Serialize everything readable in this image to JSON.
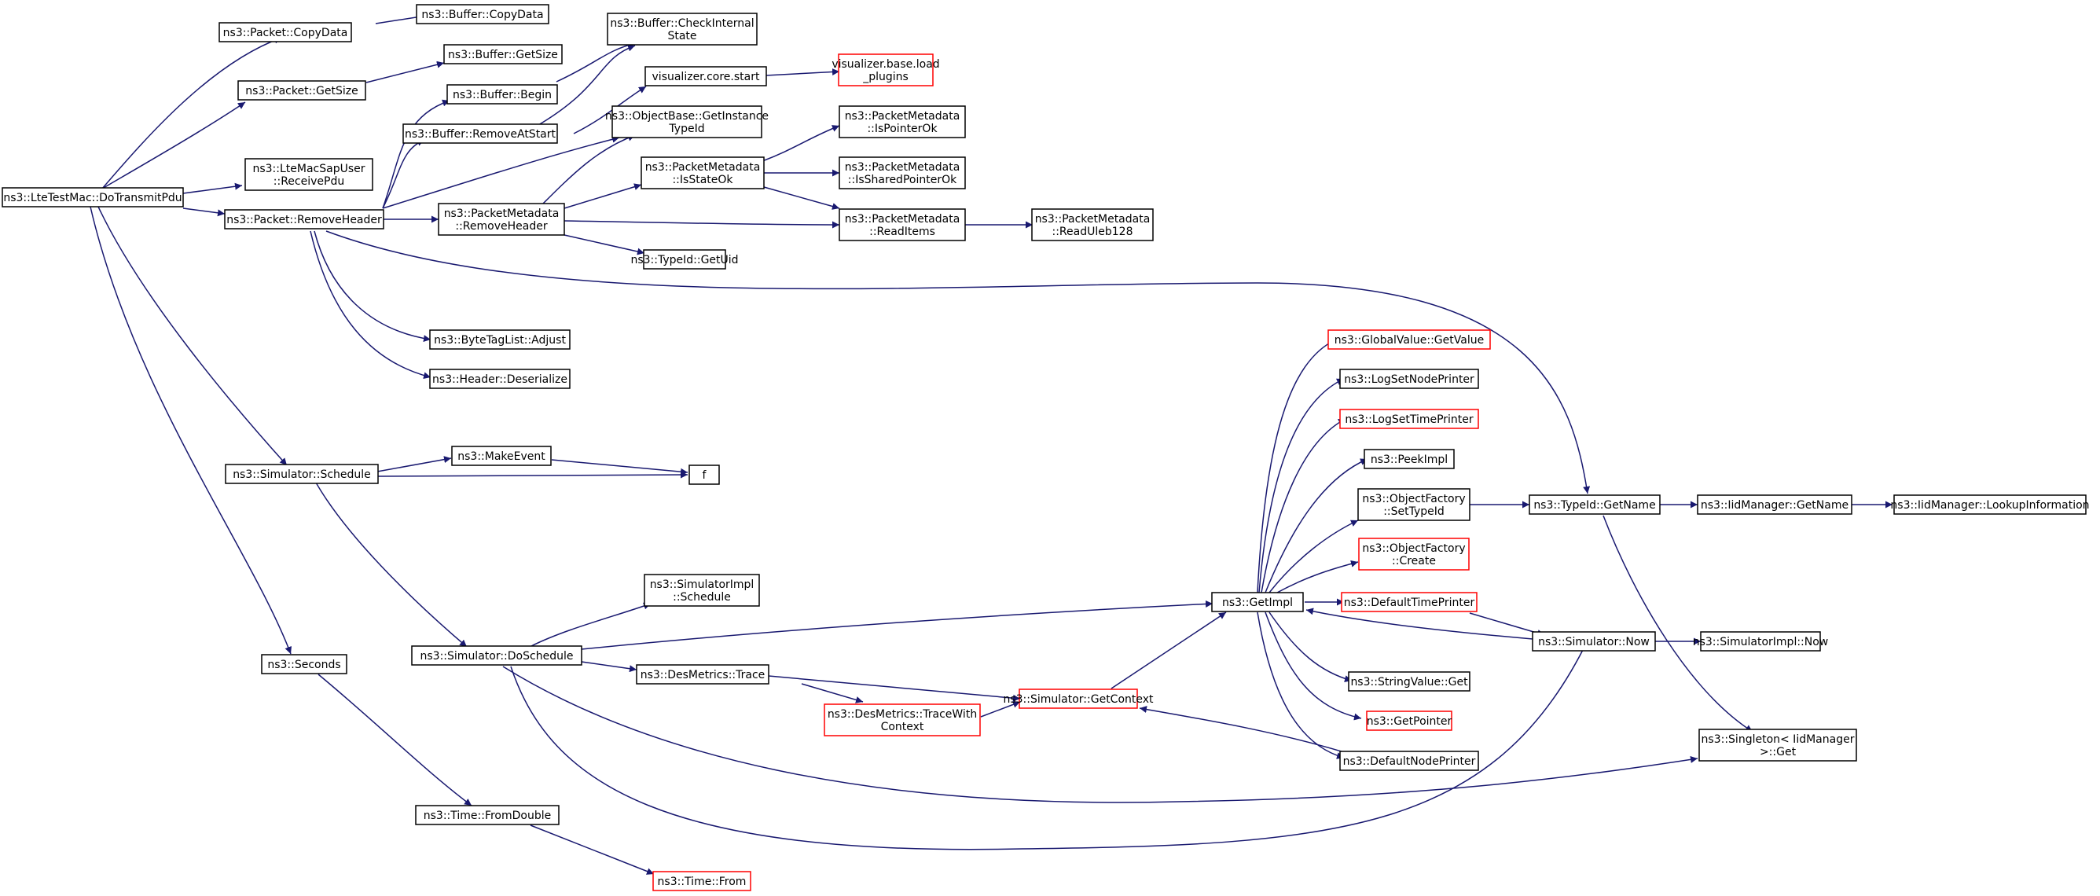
{
  "colors": {
    "edge": "#191970",
    "normal_border": "#000000",
    "truncated_border": "#ff0000",
    "root_fill": "#bfbfbf",
    "node_fill": "#ffffff"
  },
  "nodes": [
    {
      "id": "root",
      "lines": [
        "ns3::LteTestMac::DoTransmitPdu"
      ],
      "style": "root"
    },
    {
      "id": "copydata",
      "lines": [
        "ns3::Packet::CopyData"
      ],
      "style": "normal"
    },
    {
      "id": "buf_copydata",
      "lines": [
        "ns3::Buffer::CopyData"
      ],
      "style": "normal"
    },
    {
      "id": "buf_checkinternal",
      "lines": [
        "ns3::Buffer::CheckInternal",
        "State"
      ],
      "style": "normal"
    },
    {
      "id": "buf_getsize",
      "lines": [
        "ns3::Buffer::GetSize"
      ],
      "style": "normal"
    },
    {
      "id": "pkt_getsize",
      "lines": [
        "ns3::Packet::GetSize"
      ],
      "style": "normal"
    },
    {
      "id": "vis_start",
      "lines": [
        "visualizer.core.start"
      ],
      "style": "normal"
    },
    {
      "id": "vis_load",
      "lines": [
        "visualizer.base.load",
        "_plugins"
      ],
      "style": "truncated"
    },
    {
      "id": "buf_begin",
      "lines": [
        "ns3::Buffer::Begin"
      ],
      "style": "normal"
    },
    {
      "id": "objbase",
      "lines": [
        "ns3::ObjectBase::GetInstance",
        "TypeId"
      ],
      "style": "normal"
    },
    {
      "id": "pm_ispointerok",
      "lines": [
        "ns3::PacketMetadata",
        "::IsPointerOk"
      ],
      "style": "normal"
    },
    {
      "id": "buf_removeatstart",
      "lines": [
        "ns3::Buffer::RemoveAtStart"
      ],
      "style": "normal"
    },
    {
      "id": "lte_receive",
      "lines": [
        "ns3::LteMacSapUser",
        "::ReceivePdu"
      ],
      "style": "normal"
    },
    {
      "id": "pm_isstateok",
      "lines": [
        "ns3::PacketMetadata",
        "::IsStateOk"
      ],
      "style": "normal"
    },
    {
      "id": "pm_issharedpointerok",
      "lines": [
        "ns3::PacketMetadata",
        "::IsSharedPointerOk"
      ],
      "style": "normal"
    },
    {
      "id": "pkt_removeheader",
      "lines": [
        "ns3::Packet::RemoveHeader"
      ],
      "style": "normal"
    },
    {
      "id": "pm_removeheader",
      "lines": [
        "ns3::PacketMetadata",
        "::RemoveHeader"
      ],
      "style": "normal"
    },
    {
      "id": "pm_readitems",
      "lines": [
        "ns3::PacketMetadata",
        "::ReadItems"
      ],
      "style": "normal"
    },
    {
      "id": "pm_readuleb",
      "lines": [
        "ns3::PacketMetadata",
        "::ReadUleb128"
      ],
      "style": "normal"
    },
    {
      "id": "typeid_getuid",
      "lines": [
        "ns3::TypeId::GetUid"
      ],
      "style": "normal"
    },
    {
      "id": "bytetag_adjust",
      "lines": [
        "ns3::ByteTagList::Adjust"
      ],
      "style": "normal"
    },
    {
      "id": "header_deser",
      "lines": [
        "ns3::Header::Deserialize"
      ],
      "style": "normal"
    },
    {
      "id": "gv_getvalue",
      "lines": [
        "ns3::GlobalValue::GetValue"
      ],
      "style": "truncated"
    },
    {
      "id": "logsetnode",
      "lines": [
        "ns3::LogSetNodePrinter"
      ],
      "style": "normal"
    },
    {
      "id": "logsettime",
      "lines": [
        "ns3::LogSetTimePrinter"
      ],
      "style": "truncated"
    },
    {
      "id": "peekimpl",
      "lines": [
        "ns3::PeekImpl"
      ],
      "style": "normal"
    },
    {
      "id": "sim_schedule",
      "lines": [
        "ns3::Simulator::Schedule"
      ],
      "style": "normal"
    },
    {
      "id": "makeevent",
      "lines": [
        "ns3::MakeEvent"
      ],
      "style": "normal"
    },
    {
      "id": "f",
      "lines": [
        "f"
      ],
      "style": "normal"
    },
    {
      "id": "of_settypeid",
      "lines": [
        "ns3::ObjectFactory",
        "::SetTypeId"
      ],
      "style": "normal"
    },
    {
      "id": "typeid_getname",
      "lines": [
        "ns3::TypeId::GetName"
      ],
      "style": "normal"
    },
    {
      "id": "iid_getname",
      "lines": [
        "ns3::IidManager::GetName"
      ],
      "style": "normal"
    },
    {
      "id": "iid_lookup",
      "lines": [
        "ns3::IidManager::LookupInformation"
      ],
      "style": "normal"
    },
    {
      "id": "of_create",
      "lines": [
        "ns3::ObjectFactory",
        "::Create"
      ],
      "style": "truncated"
    },
    {
      "id": "simimpl_schedule",
      "lines": [
        "ns3::SimulatorImpl",
        "::Schedule"
      ],
      "style": "normal"
    },
    {
      "id": "getimpl",
      "lines": [
        "ns3::GetImpl"
      ],
      "style": "normal"
    },
    {
      "id": "deftimeprinter",
      "lines": [
        "ns3::DefaultTimePrinter"
      ],
      "style": "truncated"
    },
    {
      "id": "sim_now",
      "lines": [
        "ns3::Simulator::Now"
      ],
      "style": "normal"
    },
    {
      "id": "simimpl_now",
      "lines": [
        "ns3::SimulatorImpl::Now"
      ],
      "style": "normal"
    },
    {
      "id": "seconds",
      "lines": [
        "ns3::Seconds"
      ],
      "style": "normal"
    },
    {
      "id": "sim_doschedule",
      "lines": [
        "ns3::Simulator::DoSchedule"
      ],
      "style": "normal"
    },
    {
      "id": "des_trace",
      "lines": [
        "ns3::DesMetrics::Trace"
      ],
      "style": "normal"
    },
    {
      "id": "strval_get",
      "lines": [
        "ns3::StringValue::Get"
      ],
      "style": "normal"
    },
    {
      "id": "sim_getcontext",
      "lines": [
        "ns3::Simulator::GetContext"
      ],
      "style": "truncated"
    },
    {
      "id": "des_tracectx",
      "lines": [
        "ns3::DesMetrics::TraceWith",
        "Context"
      ],
      "style": "truncated"
    },
    {
      "id": "getpointer",
      "lines": [
        "ns3::GetPointer"
      ],
      "style": "truncated"
    },
    {
      "id": "singleton_get",
      "lines": [
        "ns3::Singleton< IidManager",
        " >::Get"
      ],
      "style": "normal"
    },
    {
      "id": "defnodeprinter",
      "lines": [
        "ns3::DefaultNodePrinter"
      ],
      "style": "normal"
    },
    {
      "id": "time_fromdouble",
      "lines": [
        "ns3::Time::FromDouble"
      ],
      "style": "normal"
    },
    {
      "id": "time_from",
      "lines": [
        "ns3::Time::From"
      ],
      "style": "truncated"
    }
  ]
}
